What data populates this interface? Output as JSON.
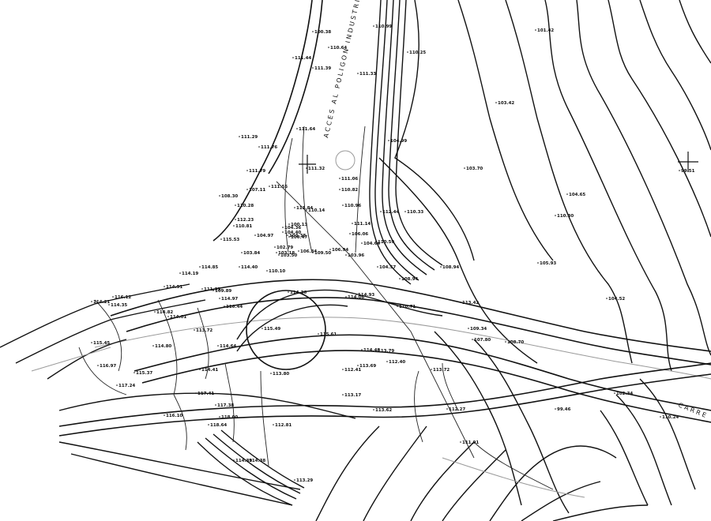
{
  "drawing": {
    "access_road_label": "ACCES AL POLIGON INDUSTRIAL SANTIGA",
    "road_label": "CARRE",
    "elevations": [
      {
        "label": "100.38"
      },
      {
        "label": "110.64"
      },
      {
        "label": "110.99"
      },
      {
        "label": "111.44"
      },
      {
        "label": "111.39"
      },
      {
        "label": "111.33"
      },
      {
        "label": "111.64"
      },
      {
        "label": "111.76"
      },
      {
        "label": "111.79"
      },
      {
        "label": "111.55"
      },
      {
        "label": "111.32"
      },
      {
        "label": "111.84"
      },
      {
        "label": "111.06"
      },
      {
        "label": "110.82"
      },
      {
        "label": "110.96"
      },
      {
        "label": "111.14"
      },
      {
        "label": "116.12"
      },
      {
        "label": "114.51"
      },
      {
        "label": "114.01"
      },
      {
        "label": "114.21"
      },
      {
        "label": "114.35"
      },
      {
        "label": "114.82"
      },
      {
        "label": "114.80"
      },
      {
        "label": "113.72"
      },
      {
        "label": "115.49"
      },
      {
        "label": "115.61"
      },
      {
        "label": "114.97"
      },
      {
        "label": "114.64"
      },
      {
        "label": "114.40"
      },
      {
        "label": "114.36"
      },
      {
        "label": "114.06"
      },
      {
        "label": "114.93"
      },
      {
        "label": "115.37"
      },
      {
        "label": "114.41"
      },
      {
        "label": "114.48"
      },
      {
        "label": "113.72"
      },
      {
        "label": "113.69"
      },
      {
        "label": "112.41"
      },
      {
        "label": "113.17"
      },
      {
        "label": "112.40"
      },
      {
        "label": "113.62"
      },
      {
        "label": "112.27"
      },
      {
        "label": "111.91"
      },
      {
        "label": "110.30"
      },
      {
        "label": "112.44"
      },
      {
        "label": "110.59"
      },
      {
        "label": "113.79"
      },
      {
        "label": "108.94"
      },
      {
        "label": "113.42"
      },
      {
        "label": "109.34"
      },
      {
        "label": "107.80"
      },
      {
        "label": "108.70"
      },
      {
        "label": "105.93"
      },
      {
        "label": "104.52"
      },
      {
        "label": "103.42"
      },
      {
        "label": "104.65"
      },
      {
        "label": "101.42"
      },
      {
        "label": "103.70"
      },
      {
        "label": "99.51"
      },
      {
        "label": "104.99"
      },
      {
        "label": "110.25"
      },
      {
        "label": "110.33"
      },
      {
        "label": "110.71"
      },
      {
        "label": "108.94"
      },
      {
        "label": "110.14"
      },
      {
        "label": "109.50"
      },
      {
        "label": "110.10"
      },
      {
        "label": "112.81"
      },
      {
        "label": "114.39"
      },
      {
        "label": "114.38"
      },
      {
        "label": "113.29"
      },
      {
        "label": "116.10"
      },
      {
        "label": "117.41"
      },
      {
        "label": "117.38"
      },
      {
        "label": "118.00"
      },
      {
        "label": "118.64"
      },
      {
        "label": "116.97"
      },
      {
        "label": "115.45"
      },
      {
        "label": "117.24"
      },
      {
        "label": "113.80"
      },
      {
        "label": "111.33"
      },
      {
        "label": "116.44"
      },
      {
        "label": "114.19"
      },
      {
        "label": "114.85"
      },
      {
        "label": "115.53"
      },
      {
        "label": "112.23"
      },
      {
        "label": "109.89"
      },
      {
        "label": "110.28"
      },
      {
        "label": "108.30"
      },
      {
        "label": "111.29"
      },
      {
        "label": "107.11"
      },
      {
        "label": "110.81"
      },
      {
        "label": "106.34"
      },
      {
        "label": "106.47"
      },
      {
        "label": "106.94"
      },
      {
        "label": "106.06"
      },
      {
        "label": "104.36"
      },
      {
        "label": "103.84"
      },
      {
        "label": "104.97"
      },
      {
        "label": "103.50"
      },
      {
        "label": "103.96"
      },
      {
        "label": "104.64"
      },
      {
        "label": "104.57"
      },
      {
        "label": "102.79"
      },
      {
        "label": "103.18"
      },
      {
        "label": "104.40"
      },
      {
        "label": "103.38"
      },
      {
        "label": "100.13"
      },
      {
        "label": "99.46"
      },
      {
        "label": "102.34"
      },
      {
        "label": "110.24"
      }
    ]
  }
}
